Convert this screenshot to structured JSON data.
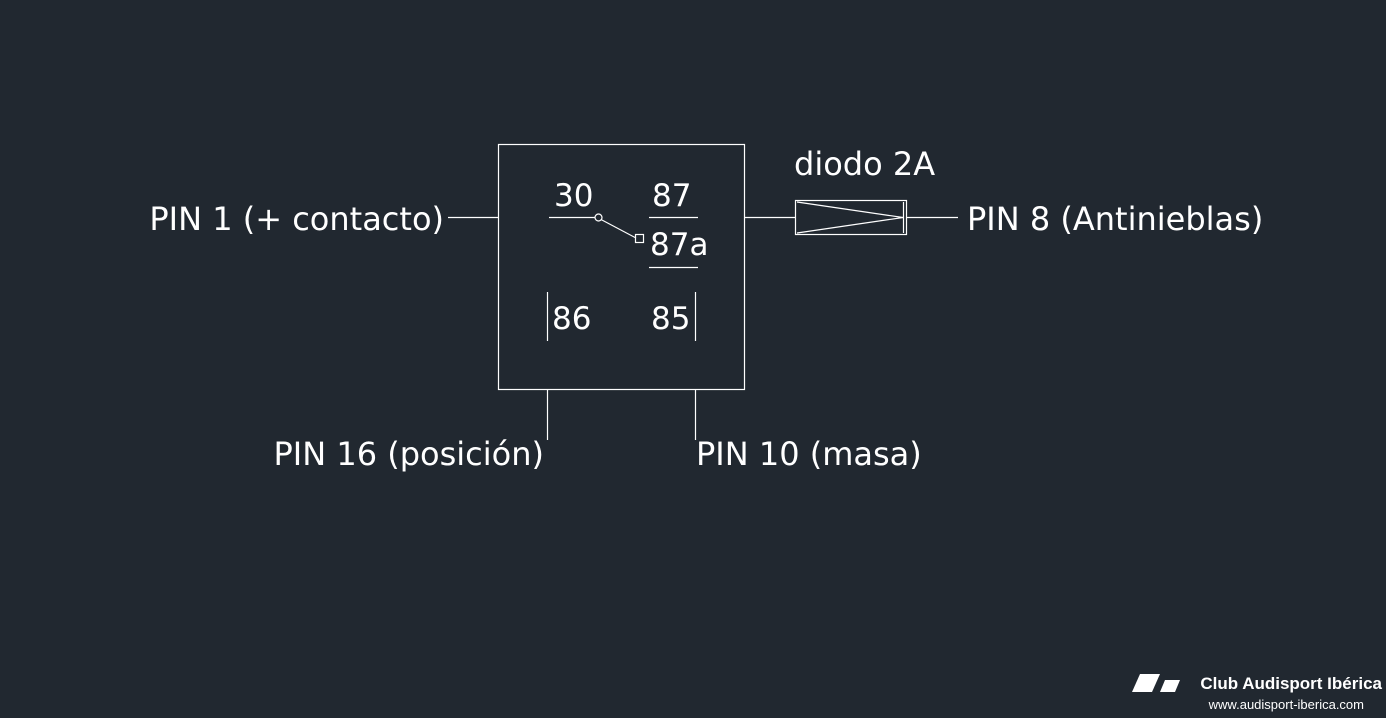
{
  "diagram": {
    "inputs": {
      "pin1": "PIN 1 (+ contacto)",
      "pin8": "PIN 8 (Antinieblas)",
      "pin16": "PIN 16 (posición)",
      "pin10": "PIN 10 (masa)"
    },
    "relay": {
      "t30": "30",
      "t87": "87",
      "t87a": "87a",
      "t86": "86",
      "t85": "85"
    },
    "diode": {
      "label": "diodo 2A"
    },
    "colors": {
      "background": "#212830",
      "line": "#ffffff"
    }
  },
  "watermark": {
    "title": "Club Audisport Ibérica",
    "url": "www.audisport-iberica.com",
    "logo_icon": "audisport-logo-icon"
  }
}
